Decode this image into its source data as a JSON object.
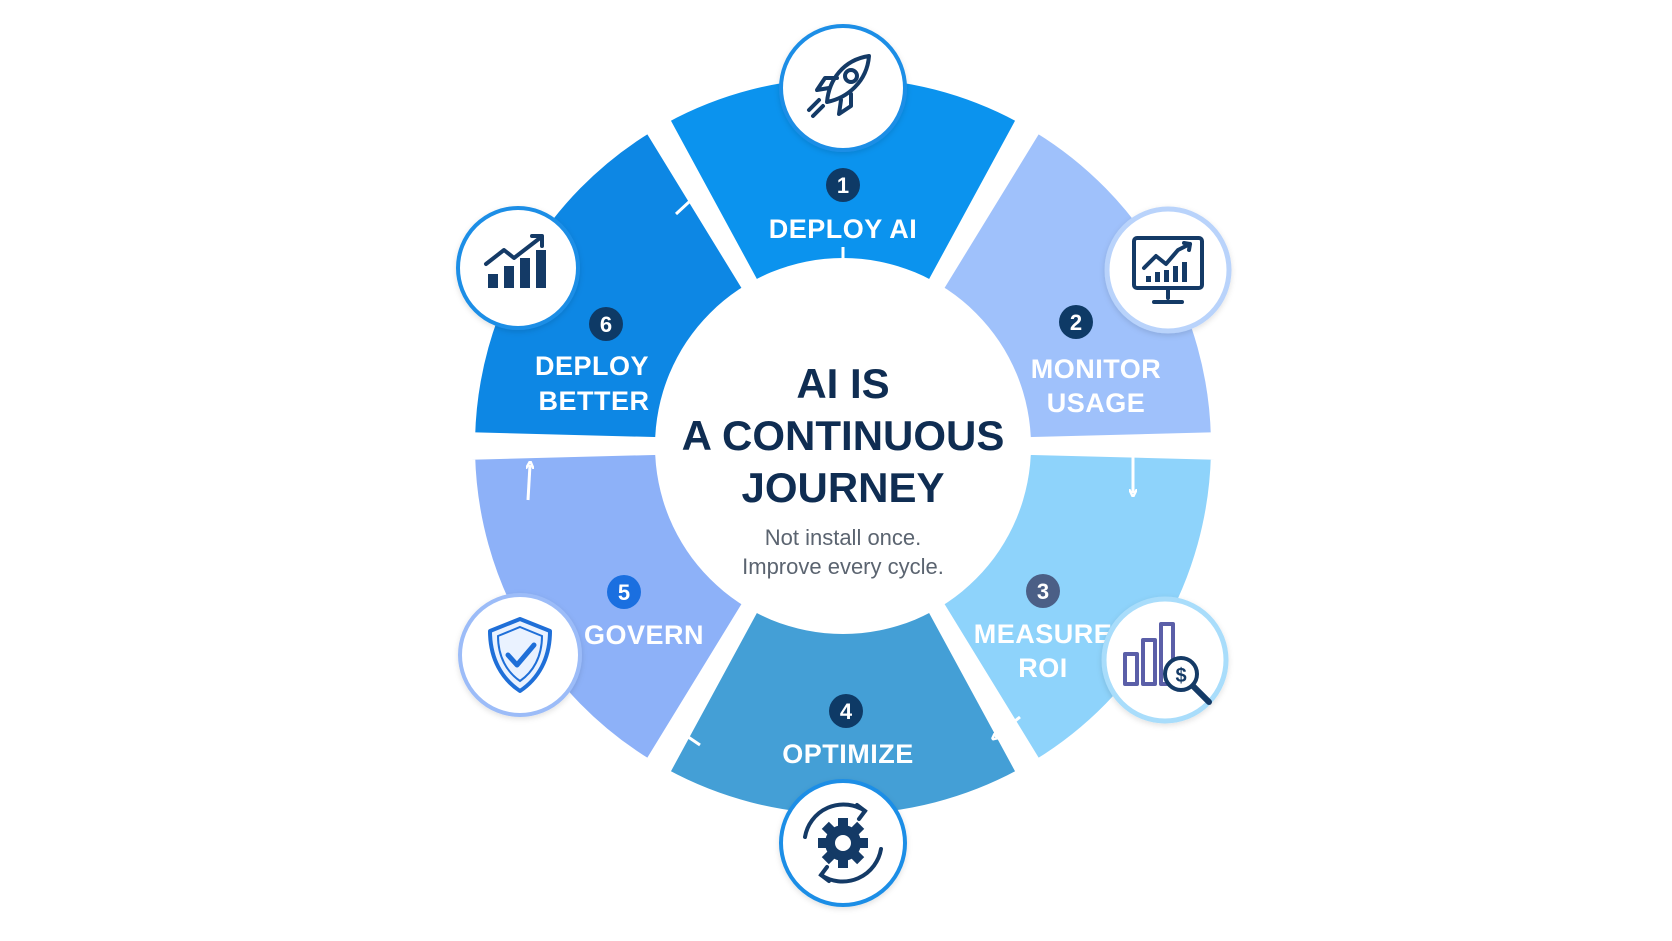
{
  "center": {
    "title_lines": [
      "AI IS",
      "A CONTINUOUS",
      "JOURNEY"
    ],
    "subtitle_lines": [
      "Not install once.",
      "Improve every cycle."
    ]
  },
  "steps": [
    {
      "number": "1",
      "lines": [
        "DEPLOY AI"
      ],
      "icon": "rocket-icon",
      "color": "#0b93ee"
    },
    {
      "number": "2",
      "lines": [
        "MONITOR",
        "USAGE"
      ],
      "icon": "monitor-chart-icon",
      "color": "#9fc1fb"
    },
    {
      "number": "3",
      "lines": [
        "MEASURE",
        "ROI"
      ],
      "icon": "roi-chart-magnifier-icon",
      "color": "#8ed3fb"
    },
    {
      "number": "4",
      "lines": [
        "OPTIMIZE"
      ],
      "icon": "gear-cycle-icon",
      "color": "#449fd6"
    },
    {
      "number": "5",
      "lines": [
        "GOVERN"
      ],
      "icon": "shield-check-icon",
      "color": "#8db1f8"
    },
    {
      "number": "6",
      "lines": [
        "DEPLOY",
        "BETTER"
      ],
      "icon": "growth-chart-icon",
      "color": "#0d87e4"
    }
  ],
  "colors": {
    "title": "#0f2d52",
    "subtitle": "#5b6470",
    "number_badge": "#0e3a66",
    "number_badge_step5": "#1a6fe0",
    "icon_stroke": "#143a66",
    "icon_ring": "#1f8ee6"
  }
}
